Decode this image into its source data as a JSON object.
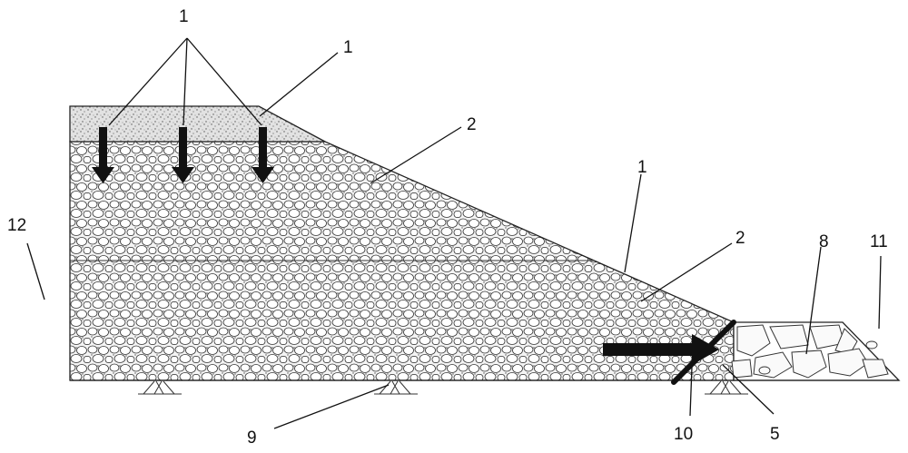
{
  "labels": {
    "top_1": "1",
    "slope_1": "1",
    "slope_lower_1": "1",
    "upper_2": "2",
    "lower_2": "2",
    "n8": "8",
    "n11": "11",
    "n12": "12",
    "n9": "9",
    "n10": "10",
    "n5": "5"
  },
  "colors": {
    "ink": "#111111",
    "fill_pattern": "#f4f4f4",
    "cap_layer": "#dedede",
    "stones": "#fafafa"
  }
}
